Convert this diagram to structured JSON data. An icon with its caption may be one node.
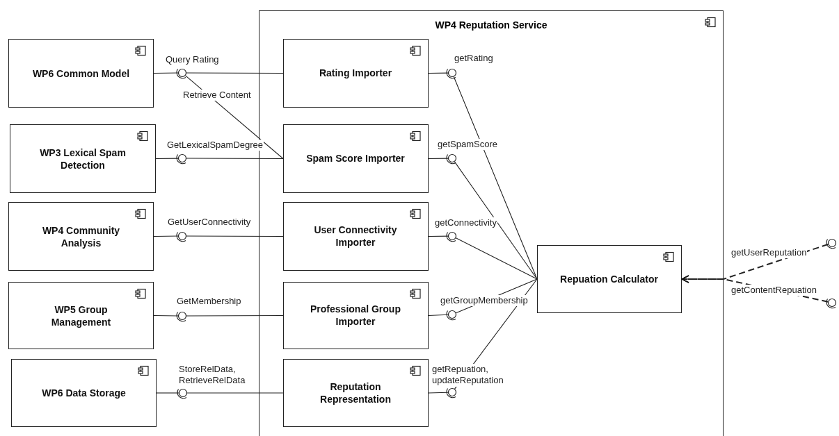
{
  "diagram": {
    "nodes": [
      {
        "text": [
          "WP4 Reputation Service"
        ]
      },
      {
        "text": [
          "WP6 Common Model"
        ]
      },
      {
        "text": [
          "WP3 Lexical Spam Detection"
        ]
      },
      {
        "text": [
          "WP4 Community Analysis"
        ]
      },
      {
        "text": [
          "WP5 Group Management"
        ]
      },
      {
        "text": [
          "WP6 Data Storage"
        ]
      },
      {
        "text": [
          "Rating Importer"
        ],
        "in": 0
      },
      {
        "text": [
          "Spam Score Importer"
        ],
        "in": 0
      },
      {
        "text": [
          "User Connectivity Importer"
        ],
        "in": 0
      },
      {
        "text": [
          "Professional Group Importer"
        ],
        "in": 0
      },
      {
        "text": [
          "Reputation Representation"
        ],
        "in": 0
      },
      {
        "text": [
          "Repuation Calculator"
        ],
        "in": 0
      },
      {
        "text": [],
        "shape": "circle",
        "beside": [
          "Query Rating"
        ]
      },
      {
        "text": [],
        "shape": "circle",
        "beside": [
          "GetLexicalSpamDegree"
        ]
      },
      {
        "text": [],
        "shape": "circle",
        "beside": [
          "GetUserConnectivity"
        ]
      },
      {
        "text": [],
        "shape": "circle",
        "beside": [
          "GetMembership"
        ]
      },
      {
        "text": [],
        "shape": "circle",
        "beside": [
          "StoreRelData, RetrieveRelData"
        ]
      },
      {
        "text": [],
        "shape": "circle",
        "beside": [
          "getRating"
        ],
        "in": 0
      },
      {
        "text": [],
        "shape": "circle",
        "beside": [
          "getSpamScore"
        ],
        "in": 0
      },
      {
        "text": [],
        "shape": "circle",
        "beside": [
          "getConnectivity"
        ],
        "in": 0
      },
      {
        "text": [],
        "shape": "circle",
        "beside": [
          "getGroupMembership"
        ],
        "in": 0
      },
      {
        "text": [],
        "shape": "circle",
        "beside": [
          "getRepuation, updateReputation"
        ],
        "in": 0
      },
      {
        "text": [],
        "shape": "circle",
        "beside": [
          "getUserReputation"
        ]
      },
      {
        "text": [],
        "shape": "circle",
        "beside": [
          "getContentRepuation"
        ]
      }
    ],
    "edges": [
      {
        "from": 1,
        "to": 12,
        "arrow": "none"
      },
      {
        "from": 12,
        "to": 6,
        "arrow": "none"
      },
      {
        "from": 12,
        "to": 7,
        "arrow": "none",
        "label": "Retrieve Content"
      },
      {
        "from": 2,
        "to": 13,
        "arrow": "none"
      },
      {
        "from": 13,
        "to": 7,
        "arrow": "none"
      },
      {
        "from": 3,
        "to": 14,
        "arrow": "none"
      },
      {
        "from": 14,
        "to": 8,
        "arrow": "none"
      },
      {
        "from": 4,
        "to": 15,
        "arrow": "none"
      },
      {
        "from": 15,
        "to": 9,
        "arrow": "none"
      },
      {
        "from": 5,
        "to": 16,
        "arrow": "none"
      },
      {
        "from": 16,
        "to": 10,
        "arrow": "none"
      },
      {
        "from": 6,
        "to": 17,
        "arrow": "none"
      },
      {
        "from": 7,
        "to": 18,
        "arrow": "none"
      },
      {
        "from": 8,
        "to": 19,
        "arrow": "none"
      },
      {
        "from": 9,
        "to": 20,
        "arrow": "none"
      },
      {
        "from": 10,
        "to": 21,
        "arrow": "none"
      },
      {
        "from": 17,
        "to": 11,
        "arrow": "none"
      },
      {
        "from": 18,
        "to": 11,
        "arrow": "none"
      },
      {
        "from": 19,
        "to": 11,
        "arrow": "none"
      },
      {
        "from": 20,
        "to": 11,
        "arrow": "none"
      },
      {
        "from": 21,
        "to": 11,
        "arrow": "none"
      },
      {
        "from": 22,
        "to": 11,
        "arrow": "to",
        "style": "dashed"
      },
      {
        "from": 23,
        "to": 11,
        "arrow": "to",
        "style": "dashed"
      }
    ]
  }
}
